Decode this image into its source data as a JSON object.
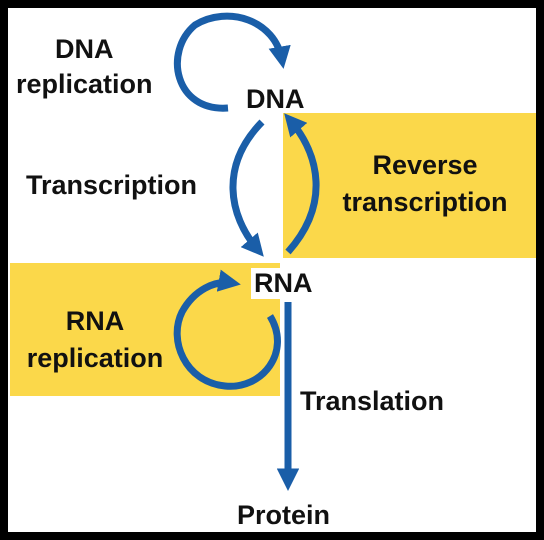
{
  "nodes": {
    "dna": "DNA",
    "rna": "RNA",
    "protein": "Protein"
  },
  "processes": {
    "dna_replication": {
      "line1": "DNA",
      "line2": "replication"
    },
    "transcription": "Transcription",
    "reverse_transcription": {
      "line1": "Reverse",
      "line2": "transcription"
    },
    "rna_replication": {
      "line1": "RNA",
      "line2": "replication"
    },
    "translation": "Translation"
  },
  "colors": {
    "arrow": "#1a5ea8",
    "highlight_box": "#fbd84a",
    "text": "#111111",
    "border": "#000000",
    "background": "#ffffff"
  }
}
